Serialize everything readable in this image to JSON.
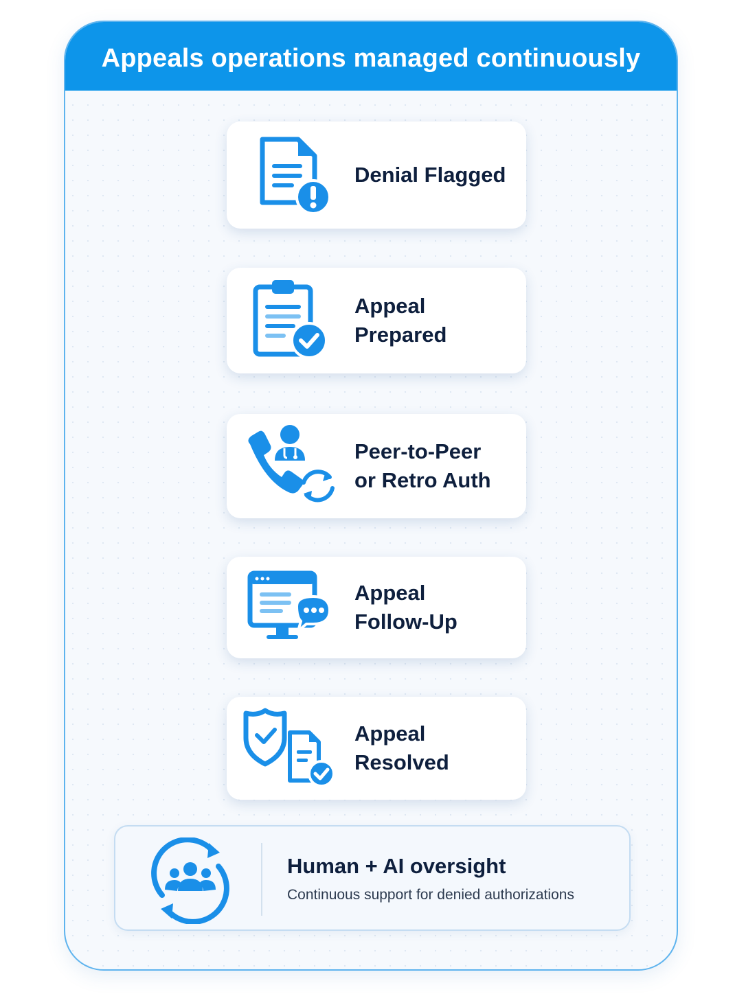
{
  "header": {
    "title": "Appeals operations managed continuously"
  },
  "steps": [
    {
      "label": "Denial Flagged",
      "icon": "document-alert-icon"
    },
    {
      "label": "Appeal Prepared",
      "icon": "clipboard-check-icon"
    },
    {
      "label": "Peer-to-Peer\nor Retro Auth",
      "icon": "phone-doctor-sync-icon"
    },
    {
      "label": "Appeal\nFollow-Up",
      "icon": "monitor-chat-icon"
    },
    {
      "label": "Appeal\nResolved",
      "icon": "shield-document-check-icon"
    }
  ],
  "oversight": {
    "title": "Human + AI oversight",
    "subtitle": "Continuous support for denied authorizations",
    "icon": "team-cycle-icon"
  },
  "colors": {
    "brand": "#0d95ea",
    "icon_blue": "#1a8fe8",
    "text_dark": "#0e1f3d",
    "card_border": "#5db3ee"
  }
}
